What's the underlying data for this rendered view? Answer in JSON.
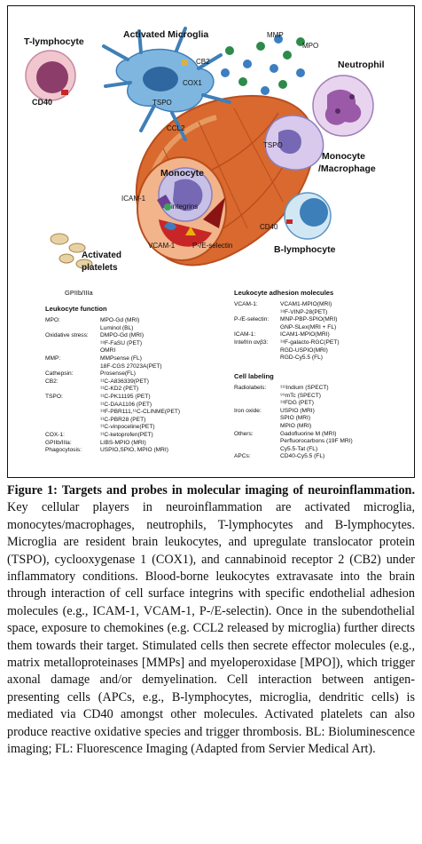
{
  "figure": {
    "labels": {
      "t_lymphocyte": "T-lymphocyte",
      "activated_microglia": "Activated Microglia",
      "mmp": "MMP",
      "mpo": "MPO",
      "neutrophil": "Neutrophil",
      "cb2": "CB2",
      "cox1": "COX1",
      "tspo_microglia": "TSPO",
      "cd40_t": "CD40",
      "ccl2": "CCL2",
      "tspo_monocyte": "TSPO",
      "monocyte_macrophage_1": "Monocyte",
      "monocyte_macrophage_2": "/Macrophage",
      "monocyte": "Monocyte",
      "icam1": "ICAM-1",
      "integrins": "integrins",
      "vcam1": "VCAM-1",
      "pe_selectin": "P-/E-selectin",
      "cd40_b": "CD40",
      "b_lymphocyte": "B-lymphocyte",
      "activated_platelets_1": "Activated",
      "activated_platelets_2": "platelets",
      "gpiib": "GPIIb/IIIa"
    },
    "leukocyte_function": {
      "heading": "Leukocyte function",
      "rows": [
        {
          "k": "MPO:",
          "v": "MPO-Gd (MRI)"
        },
        {
          "k": "",
          "v": "Luminol (BL)"
        },
        {
          "k": "Oxidative stress:",
          "v": "DMPO-Gd (MRI)"
        },
        {
          "k": "",
          "v": "¹⁸F-FaSU (PET)"
        },
        {
          "k": "",
          "v": "OMRI"
        },
        {
          "k": "MMP:",
          "v": "MMPsense (FL)"
        },
        {
          "k": "",
          "v": "18F-CGS 27023A(PET)"
        },
        {
          "k": "Cathepsin:",
          "v": "Prosense(FL)"
        },
        {
          "k": "CB2:",
          "v": "¹¹C-A836339(PET)"
        },
        {
          "k": "",
          "v": "¹¹C-KD2 (PET)"
        },
        {
          "k": "TSPO:",
          "v": "¹¹C-PK11195 (PET)"
        },
        {
          "k": "",
          "v": "¹¹C-DAA1106 (PET)"
        },
        {
          "k": "",
          "v": "¹⁸F-PBR111,¹¹C-CLINME(PET)"
        },
        {
          "k": "",
          "v": "¹¹C-PBR28 (PET)"
        },
        {
          "k": "",
          "v": "¹¹C-vinpoceline(PET)"
        },
        {
          "k": "COX-1:",
          "v": "¹¹C-ketoprofen(PET)"
        },
        {
          "k": "GPIIb/IIIa:",
          "v": "LIBS-MPIO (MRI)"
        },
        {
          "k": "Phagocytosis:",
          "v": "USPIO,SPIO, MPIO (MRI)"
        }
      ]
    },
    "adhesion": {
      "heading": "Leukocyte adhesion molecules",
      "rows": [
        {
          "k": "VCAM-1:",
          "v": "VCAM1-MPIO(MRI)"
        },
        {
          "k": "",
          "v": "¹⁸F-VINP-28(PET)"
        },
        {
          "k": "P-/E-selectin:",
          "v": "MNP-PBP-SPIO(MRI)"
        },
        {
          "k": "",
          "v": "GNP-SLex(MRI + FL)"
        },
        {
          "k": "ICAM-1:",
          "v": "ICAM1-MPIO(MRI)"
        },
        {
          "k": "Intefrin αvβ3:",
          "v": "¹⁸F-galacto-RGC(PET)"
        },
        {
          "k": "",
          "v": "RGD-USPIO(MRI)"
        },
        {
          "k": "",
          "v": "RGD-Cy5.5 (FL)"
        }
      ]
    },
    "cell_labeling": {
      "heading": "Cell labeling",
      "rows": [
        {
          "k": "Radiolabels:",
          "v": "¹¹¹Indium (SPECT)"
        },
        {
          "k": "",
          "v": "⁹⁹mTc (SPECT)"
        },
        {
          "k": "",
          "v": "¹⁸FDG (PET)"
        },
        {
          "k": "Iron oxide:",
          "v": "USPIO (MRI)"
        },
        {
          "k": "",
          "v": "SPIO (MRI)"
        },
        {
          "k": "",
          "v": "MPIO (MRI)"
        },
        {
          "k": "Others:",
          "v": "Gadofluorine M (MRI)"
        },
        {
          "k": "",
          "v": "Perfluorocarbons (19F MRI)"
        },
        {
          "k": "",
          "v": "Cy5.5-Tat (FL)"
        },
        {
          "k": "APCs:",
          "v": "CD40-Cy5.5 (FL)"
        }
      ]
    }
  },
  "caption": {
    "title": "Figure 1: Targets and probes in molecular imaging of neuroinflammation.",
    "body": " Key cellular players in neuroinflammation are activated microglia, monocytes/macrophages, neutrophils, T-lymphocytes and B-lymphocytes. Microglia are resident brain leukocytes, and upregulate translocator protein (TSPO), cyclooxygenase 1 (COX1), and cannabinoid receptor 2 (CB2) under inflammatory conditions. Blood-borne leukocytes extravasate into the brain through interaction of cell surface integrins with specific endothelial adhesion molecules (e.g., ICAM-1, VCAM-1, P-/E-selectin). Once in the subendothelial space, exposure to chemokines (e.g. CCL2 released by microglia) further directs them towards their target. Stimulated cells then secrete effector molecules (e.g., matrix metalloproteinases [MMPs] and myeloperoxidase [MPO]), which trigger axonal damage and/or demyelination. Cell interaction between antigen-presenting cells (APCs, e.g., B-lymphocytes, microglia, dendritic cells) is mediated via CD40 amongst other molecules. Activated platelets can also produce reactive oxidative species and trigger thrombosis. BL: Bioluminescence imaging; FL: Fluorescence Imaging (Adapted from Servier Medical Art)."
  },
  "colors": {
    "vessel": "#d9692e",
    "vessel_dark": "#b94e1e",
    "microglia": "#7fb6e0",
    "granule_green": "#2e8a4a",
    "granule_blue": "#3b7ec2",
    "neutrophil": "#c9a3d8",
    "tcell": "#f1c6cf",
    "tcell_nucleus": "#8c3d6a"
  }
}
